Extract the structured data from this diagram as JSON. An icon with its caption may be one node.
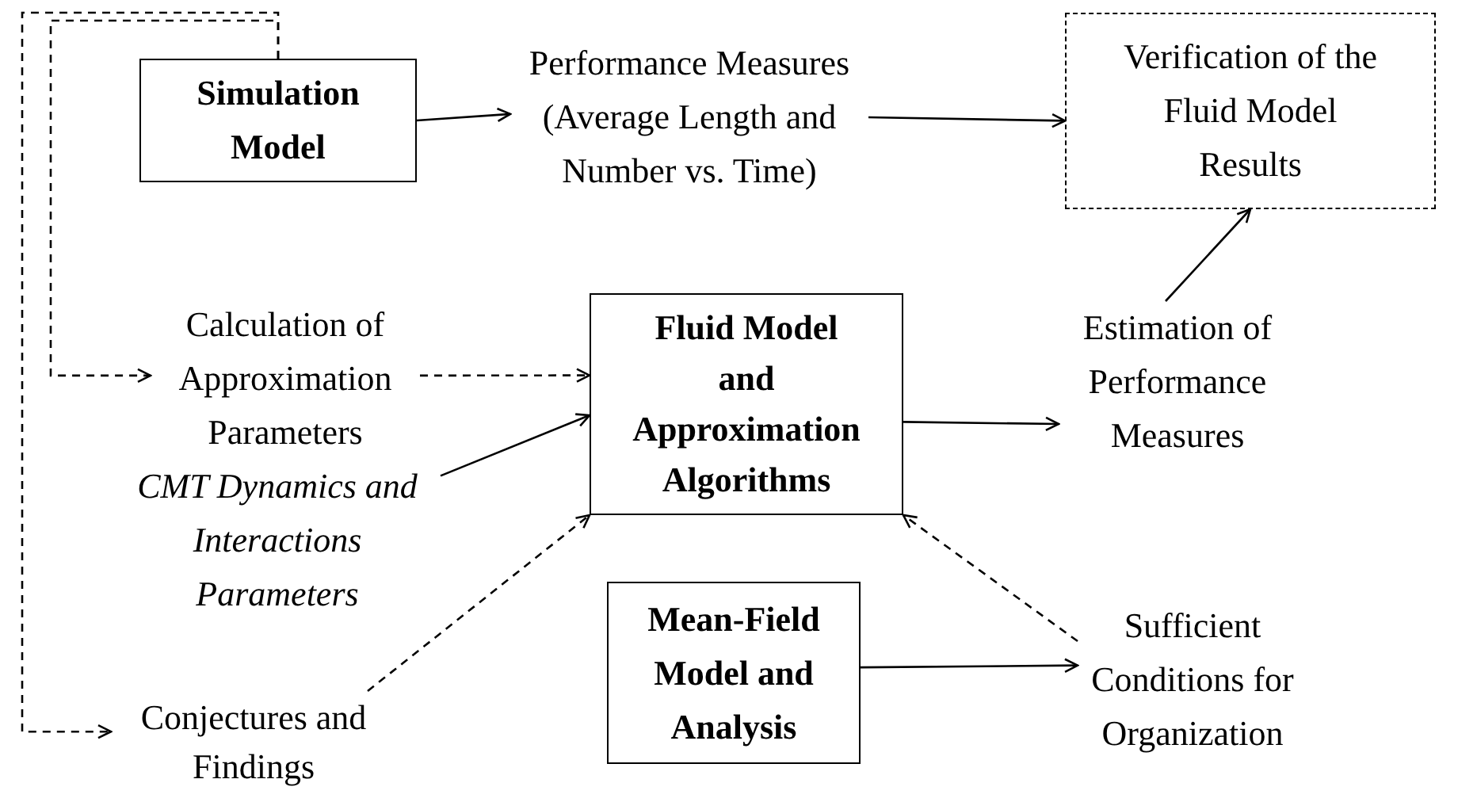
{
  "diagram": {
    "nodes": [
      {
        "text": [
          "Simulation Model"
        ]
      },
      {
        "text": [
          "Performance Measures (Average Length and Number vs. Time)"
        ]
      },
      {
        "text": [
          "Verification of the Fluid Model Results"
        ]
      },
      {
        "text": [
          "Calculation of Approximation Parameters"
        ]
      },
      {
        "text": [
          "Fluid Model and Approximation Algorithms"
        ]
      },
      {
        "text": [
          "Estimation of Performance Measures"
        ]
      },
      {
        "text": [
          "CMT Dynamics and Interactions Parameters"
        ]
      },
      {
        "text": [
          "Mean-Field Model and Analysis"
        ]
      },
      {
        "text": [
          "Sufficient Conditions for Organization"
        ]
      },
      {
        "text": [
          "Conjectures and Findings"
        ]
      }
    ],
    "edges": [
      {
        "from": 0,
        "to": 1,
        "arrow": "to"
      },
      {
        "from": 1,
        "to": 2,
        "arrow": "to"
      },
      {
        "from": 3,
        "to": 4,
        "arrow": "to",
        "style": "dashed"
      },
      {
        "from": 6,
        "to": 4,
        "arrow": "to"
      },
      {
        "from": 9,
        "to": 4,
        "arrow": "to",
        "style": "dashed"
      },
      {
        "from": 4,
        "to": 5,
        "arrow": "to"
      },
      {
        "from": 5,
        "to": 2,
        "arrow": "to"
      },
      {
        "from": 8,
        "to": 4,
        "arrow": "to",
        "style": "dashed"
      },
      {
        "from": 7,
        "to": 8,
        "arrow": "to"
      },
      {
        "from": 0,
        "to": 3,
        "arrow": "to",
        "style": "dashed"
      },
      {
        "from": 0,
        "to": 9,
        "arrow": "to",
        "style": "dashed"
      }
    ]
  }
}
